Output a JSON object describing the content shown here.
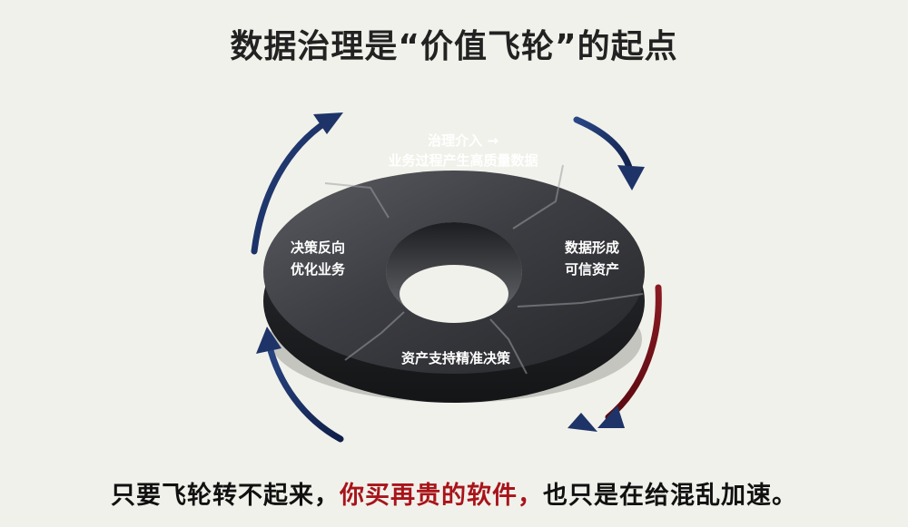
{
  "title": "数据治理是“价值飞轮”的起点",
  "segments": {
    "top": {
      "line1": "治理介入 →",
      "line2": "业务过程产生高质量数据"
    },
    "right": {
      "line1": "数据形成",
      "line2": "可信资产"
    },
    "bottom": {
      "line1": "资产支持精准决策"
    },
    "left": {
      "line1": "决策反向",
      "line2": "优化业务"
    }
  },
  "bottom_text": {
    "part1": "只要飞轮转不起来，",
    "part2": "你买再贵的软件，",
    "part3": "也只是在给混乱加速。"
  },
  "colors": {
    "background": "#f1f1eb",
    "wheel": "#3a3b3f",
    "arrow_blue": "#1e3468",
    "arrow_red": "#7a1018",
    "accent_red": "#a8141a"
  }
}
